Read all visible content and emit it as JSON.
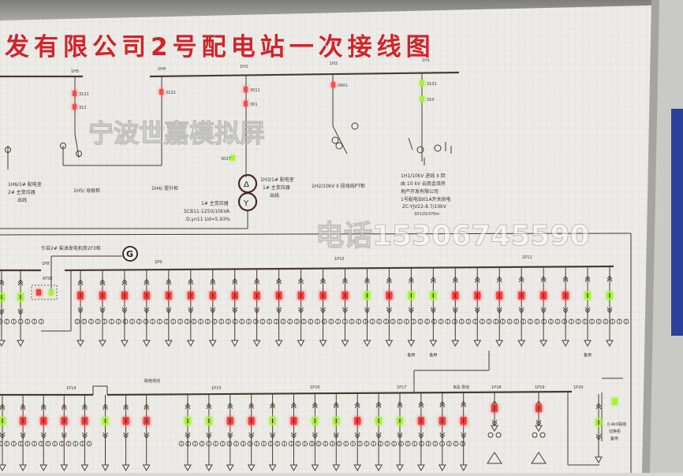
{
  "title": "发有限公司2号配电站一次接线图",
  "watermark": {
    "company": "宁波世嘉模拟屏",
    "phone": "电话15306745590"
  },
  "top_panels": {
    "h5": "1H5",
    "h4": "1H4",
    "h3": "1H3",
    "h2": "1H2",
    "h1": "1H1",
    "h6_desc": [
      "1H6/1# 配电室",
      "2# 主变压器",
      "出线"
    ],
    "h5_desc": "1H5/ 母联柜",
    "h4_desc": "1H4/ 提升柜",
    "h3_desc": [
      "1H3/1# 配电室",
      "1# 主变压器",
      "出线"
    ],
    "h2_desc": "1H2/10kV II 段母线PT柜",
    "h1_desc": [
      "1H1/10kV 进线 II 回",
      "由 10 kV 云南金泽房",
      "地产开发有限公司",
      "1号配电站01A开关供电",
      "ZC-YJV22-8.7/10kV",
      "3X120/370m"
    ],
    "breaker_tags": [
      "3121",
      "312",
      "3122",
      "3011",
      "301",
      "3027",
      "0901",
      "3101",
      "310"
    ]
  },
  "transformer": {
    "name": "1# 主变压器",
    "model": "SCB11-1250/10kVA",
    "vector": "D,yn11 Ud=5.93%",
    "primary_symbol": "Δ",
    "secondary_symbol": "Y"
  },
  "generator": {
    "label": "引自2# 柴油发电机房2F3柜",
    "symbol": "G"
  },
  "buses_upper": {
    "p8": "1P8",
    "p9": "1P9",
    "p10": "1P10",
    "p11": "1P11",
    "atse": "ATSE"
  },
  "buses_lower": {
    "p14": "1P14",
    "tie": "联络母线",
    "p15": "1P15",
    "p16": "1P16",
    "p17": "1P17",
    "section3": "Ⅲ段 母线",
    "p18": "1P18",
    "p19": "1P19",
    "p20": "1P20"
  },
  "colors": {
    "on": "#ff3b3b",
    "off": "#a8f23a",
    "title": "#d2232a",
    "line": "#4a3a30"
  },
  "upper_feeders": {
    "left_states": [
      "off",
      "off"
    ],
    "states": [
      "on",
      "on",
      "on",
      "on",
      "on",
      "on",
      "on",
      "on",
      "on",
      "on",
      "on",
      "on",
      "on",
      "off",
      "on",
      "off",
      "off",
      "on",
      "on",
      "on",
      "on",
      "on",
      "on",
      "off",
      "off"
    ],
    "labels": {
      "15": "备用",
      "16": "备用",
      "23": "备用"
    }
  },
  "lower_feeders": {
    "p14_states": [
      "off",
      "on",
      "on",
      "on",
      "on",
      "off",
      "on",
      "on"
    ],
    "p15_17_states": [
      "off",
      "off",
      "on",
      "on",
      "off",
      "on",
      "off",
      "off",
      "on",
      "off",
      "off",
      "on",
      "on",
      "on"
    ],
    "p18_state": "on",
    "p19_state": "on",
    "p20_states": [
      "off",
      "off"
    ],
    "p20_label": [
      "0.4kV联络",
      "切换柜",
      "备用"
    ]
  }
}
